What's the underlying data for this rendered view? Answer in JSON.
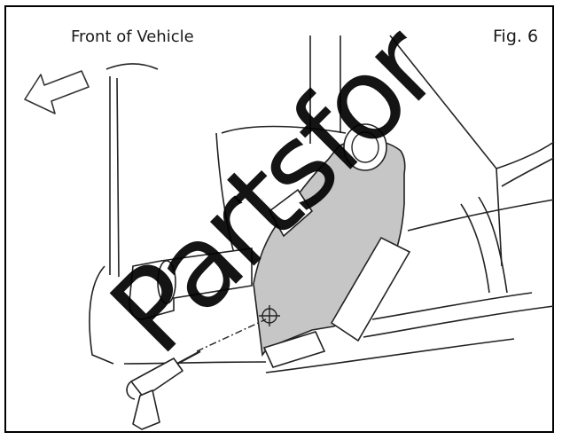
{
  "figure": {
    "front_label": "Front of Vehicle",
    "fig_label": "Fig. 6",
    "watermark": "Partsfor"
  },
  "colors": {
    "bracket_fill": "#c8c8c8",
    "line": "#222222",
    "background": "#ffffff"
  }
}
